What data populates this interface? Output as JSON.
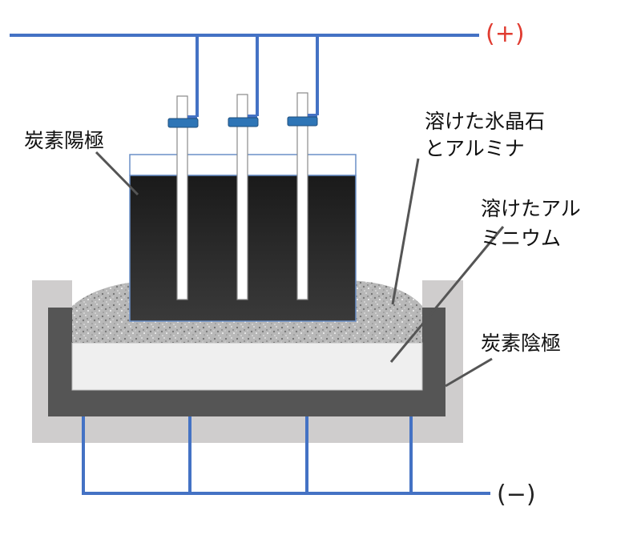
{
  "diagram": {
    "terminals": {
      "positive": "(+)",
      "negative": "(−)"
    },
    "labels": {
      "anode": "炭素陽極",
      "electrolyte_line1": "溶けた氷晶石",
      "electrolyte_line2": "とアルミナ",
      "aluminum_line1": "溶けたアル",
      "aluminum_line2": "ミニウム",
      "cathode": "炭素陰極"
    },
    "colors": {
      "wire": "#4472C4",
      "positive_sign": "#E03C31",
      "negative_sign": "#222222",
      "anode": "#2A2A2A",
      "cathode": "#555555",
      "insulation": "#CFCDCD",
      "molten_aluminum": "#EFEFEF",
      "clamp": "#2E75B6",
      "leader": "#555555"
    }
  }
}
